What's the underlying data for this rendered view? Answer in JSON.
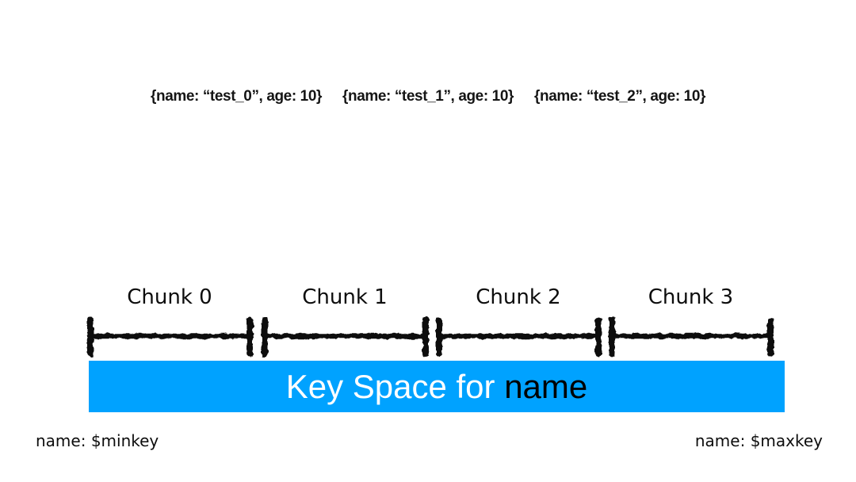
{
  "documents": [
    "{name: “test_0”, age: 10}",
    "{name: “test_1”, age: 10}",
    "{name: “test_2”, age: 10}"
  ],
  "chunks": [
    "Chunk 0",
    "Chunk 1",
    "Chunk 2",
    "Chunk 3"
  ],
  "key_space": {
    "label_prefix": "Key Space for ",
    "field_name": "name",
    "banner_color": "#00A2FF",
    "prefix_text_color": "#FFFFFF",
    "field_text_color": "#000000"
  },
  "range_labels": {
    "min": "name: $minkey",
    "max": "name: $maxkey"
  }
}
